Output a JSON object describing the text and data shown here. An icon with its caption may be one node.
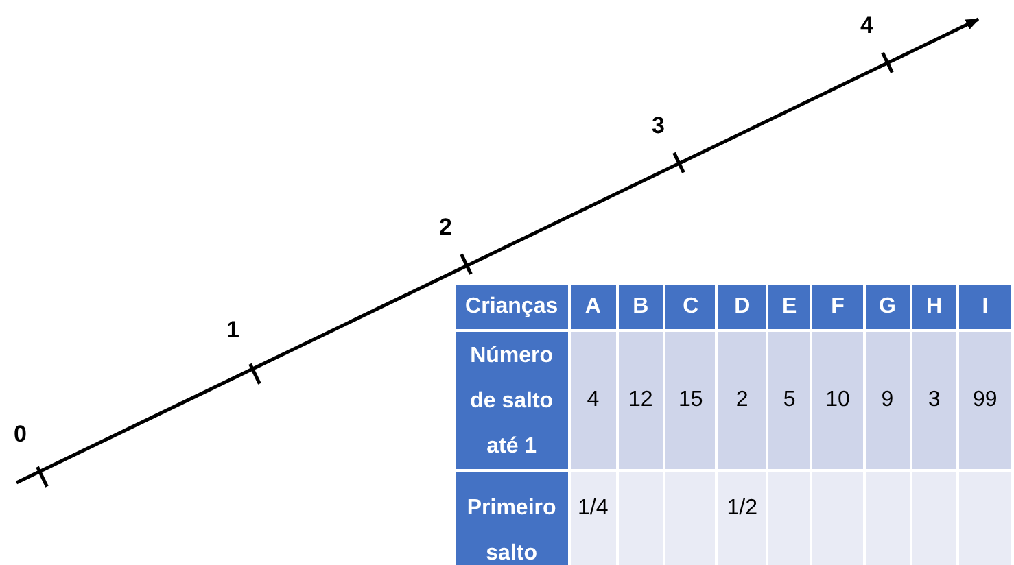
{
  "diagram": {
    "labels": [
      "0",
      "1",
      "2",
      "3",
      "4",
      "Crianças",
      "A",
      "B",
      "C",
      "D",
      "E",
      "F",
      "G",
      "H",
      "I",
      "Número de salto até 1",
      "4",
      "12",
      "15",
      "2",
      "5",
      "10",
      "9",
      "3",
      "99",
      "Primeiro salto",
      "1/4",
      "1/2"
    ]
  }
}
